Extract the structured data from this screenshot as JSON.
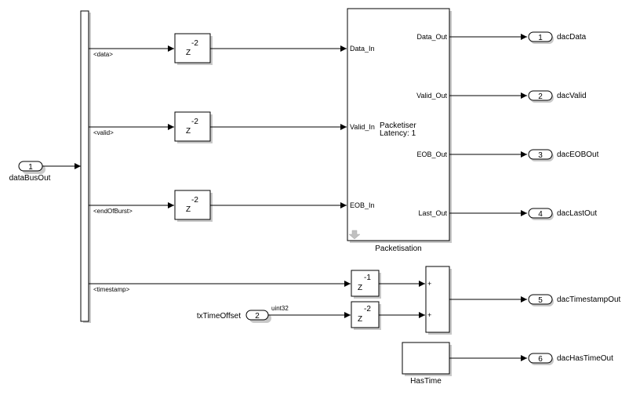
{
  "model": {
    "inports": [
      {
        "number": "1",
        "name": "dataBusOut"
      },
      {
        "number": "2",
        "name": "txTimeOffset",
        "signal_type": "uint32"
      }
    ],
    "bus_selector": {
      "signals": [
        "<data>",
        "<valid>",
        "<endOfBurst>",
        "<timestamp>"
      ]
    },
    "delays": [
      {
        "id": "delay-data",
        "exponent": "-2",
        "base": "Z"
      },
      {
        "id": "delay-valid",
        "exponent": "-2",
        "base": "Z"
      },
      {
        "id": "delay-eob",
        "exponent": "-2",
        "base": "Z"
      },
      {
        "id": "delay-timestamp",
        "exponent": "-1",
        "base": "Z"
      },
      {
        "id": "delay-offset",
        "exponent": "-2",
        "base": "Z"
      }
    ],
    "packetiser": {
      "name": "Packetisation",
      "title": "Packetiser",
      "latency": "Latency: 1",
      "inputs": [
        "Data_In",
        "Valid_In",
        "EOB_In"
      ],
      "outputs": [
        "Data_Out",
        "Valid_Out",
        "EOB_Out",
        "Last_Out"
      ]
    },
    "sum": {
      "signs": [
        "+",
        "+"
      ]
    },
    "has_time": {
      "name": "HasTime"
    },
    "outports": [
      {
        "number": "1",
        "name": "dacData"
      },
      {
        "number": "2",
        "name": "dacValid"
      },
      {
        "number": "3",
        "name": "dacEOBOut"
      },
      {
        "number": "4",
        "name": "dacLastOut"
      },
      {
        "number": "5",
        "name": "dacTimestampOut"
      },
      {
        "number": "6",
        "name": "dacHasTimeOut"
      }
    ]
  }
}
